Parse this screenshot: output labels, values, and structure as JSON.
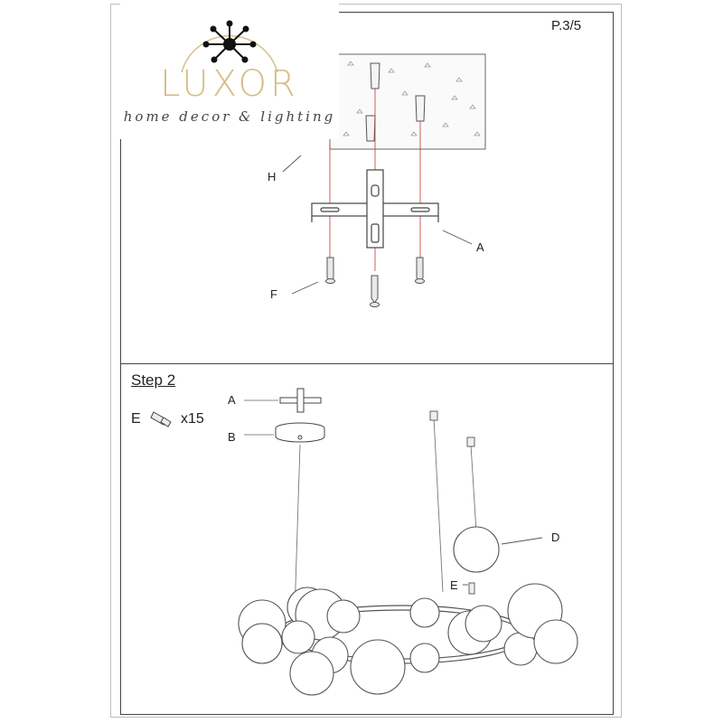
{
  "page_number": "P.3/5",
  "logo": {
    "brand": "LUXOR",
    "tagline": "home decor & lighting"
  },
  "step1": {
    "labels": {
      "h": "H",
      "a": "A",
      "f": "F"
    }
  },
  "step2": {
    "title": "Step 2",
    "parts": {
      "a": "A",
      "b": "B",
      "e": "E",
      "e_qty": "x15"
    },
    "callouts": {
      "d": "D",
      "e": "E"
    }
  },
  "colors": {
    "accent_gold": "#d6bf86",
    "guide_red": "#c0392b"
  }
}
